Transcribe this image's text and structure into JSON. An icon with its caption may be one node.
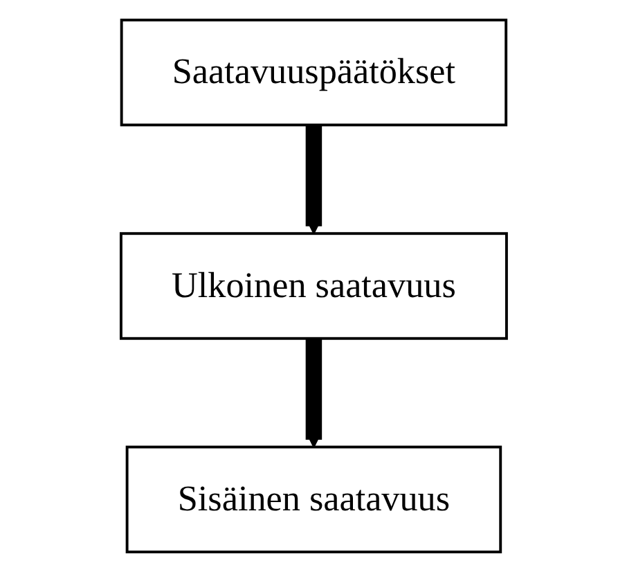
{
  "diagram": {
    "nodes": [
      {
        "text": [
          "Saatavuuspäätökset"
        ]
      },
      {
        "text": [
          "Ulkoinen saatavuus"
        ]
      },
      {
        "text": [
          "Sisäinen saatavuus"
        ]
      }
    ],
    "edges": [
      {
        "from": 0,
        "to": 1,
        "arrow": "to"
      },
      {
        "from": 1,
        "to": 2,
        "arrow": "to"
      }
    ]
  }
}
